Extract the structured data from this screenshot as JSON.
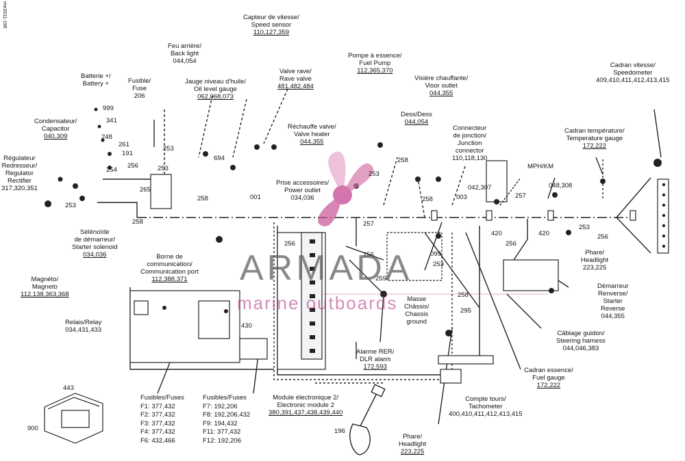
{
  "doc_id": "rmr2011-196",
  "watermark": {
    "name": "ARMADA",
    "tagline": "marine outboards",
    "color": "#c23b8a"
  },
  "labels": [
    {
      "key": "speed_sensor",
      "lines": [
        "Capteur de vitesse/",
        "Speed sensor"
      ],
      "refs": "110,127,359"
    },
    {
      "key": "tail_light",
      "lines": [
        "Feu arrière/",
        "Back light"
      ],
      "refs": "044,054"
    },
    {
      "key": "battery",
      "lines": [
        "Batterie +/",
        "Battery +"
      ],
      "refs": ""
    },
    {
      "key": "fuse",
      "lines": [
        "Fusible/",
        "Fuse"
      ],
      "refs": "206"
    },
    {
      "key": "oil_gauge",
      "lines": [
        "Jauge niveau d'huile/",
        "Oil level gauge"
      ],
      "refs": "062,068,073"
    },
    {
      "key": "rave_valve",
      "lines": [
        "Valve rave/",
        "Rave valve"
      ],
      "refs": "481,482,484"
    },
    {
      "key": "fuel_pump",
      "lines": [
        "Pompe à essence/",
        "Fuel Pump"
      ],
      "refs": "112,365,370"
    },
    {
      "key": "visor_outlet",
      "lines": [
        "Visière chauffante/",
        "Visor outlet"
      ],
      "refs": "044,355"
    },
    {
      "key": "speedometer",
      "lines": [
        "Cadran vitesse/",
        "Speedometer"
      ],
      "refs": "409,410,411,412,413,415"
    },
    {
      "key": "capacitor",
      "lines": [
        "Condensateur/",
        "Capacitor"
      ],
      "refs": "040,309"
    },
    {
      "key": "valve_heater",
      "lines": [
        "Réchauffe valve/",
        "Valve heater"
      ],
      "refs": "044,355"
    },
    {
      "key": "dess",
      "lines": [
        "Dess/Dess"
      ],
      "refs": "044,054"
    },
    {
      "key": "junction",
      "lines": [
        "Connecteur",
        "de jonction/",
        "Junction",
        "connector"
      ],
      "refs": "110,118,130"
    },
    {
      "key": "temp_gauge",
      "lines": [
        "Cadran température/",
        "Temperature gauge"
      ],
      "refs": "172,222"
    },
    {
      "key": "regulator",
      "lines": [
        "Régulateur",
        "Redresseur/",
        "Regulator",
        "Rectifier"
      ],
      "refs": "317,320,351"
    },
    {
      "key": "power_outlet",
      "lines": [
        "Prise accessoires/",
        "Power outlet"
      ],
      "refs": "034,036"
    },
    {
      "key": "solenoid",
      "lines": [
        "Sélénoïde",
        "de démarreur/",
        "Starter solenoid"
      ],
      "refs": "034,036"
    },
    {
      "key": "comm_port",
      "lines": [
        "Borne de",
        "communication/",
        "Communication port"
      ],
      "refs": "112,388,371"
    },
    {
      "key": "magneto",
      "lines": [
        "Magnéto/",
        "Magneto"
      ],
      "refs": "112,138,363,368"
    },
    {
      "key": "relay",
      "lines": [
        "Relais/Relay"
      ],
      "refs": "034,431,433"
    },
    {
      "key": "headlight_r",
      "lines": [
        "Phare/",
        "Headlight"
      ],
      "refs": "223,225"
    },
    {
      "key": "starter_rev",
      "lines": [
        "Démarreur",
        "Renverse/",
        "Starter",
        "Reverse"
      ],
      "refs": "044,355"
    },
    {
      "key": "ground",
      "lines": [
        "Masse",
        "Châssis/",
        "Chassis",
        "ground"
      ],
      "refs": ""
    },
    {
      "key": "steering",
      "lines": [
        "Câblage guidon/",
        "Steering harness"
      ],
      "refs": "044,046,383"
    },
    {
      "key": "rer_alarm",
      "lines": [
        "Alarme RER/",
        "DLR alarm"
      ],
      "refs": "172,593"
    },
    {
      "key": "fuel_gauge",
      "lines": [
        "Cadran essence/",
        "Fuel gauge"
      ],
      "refs": "172,222"
    },
    {
      "key": "tachometer",
      "lines": [
        "Compte tours/",
        "Tachometer"
      ],
      "refs": "400,410,411,412,413,415"
    },
    {
      "key": "emod",
      "lines": [
        "Module électronique 2/",
        "Electronic module 2"
      ],
      "refs": "380,391,437,438,439,440"
    },
    {
      "key": "headlight_b",
      "lines": [
        "Phare/",
        "Headlight"
      ],
      "refs": "223,225"
    },
    {
      "key": "mph",
      "lines": [
        "MPH/KM"
      ],
      "refs": ""
    }
  ],
  "fuses_left": {
    "title": "Fusibles/Fuses",
    "rows": [
      "F1: 377,432",
      "F2: 377,432",
      "F3: 377,432",
      "F4: 377,432",
      "F6: 432,466"
    ]
  },
  "fuses_right": {
    "title": "Fusibles/Fuses",
    "rows": [
      "F7: 192,206",
      "F8: 192,206,432",
      "F9: 194,432",
      "F11: 377,432",
      "F12: 192,206"
    ]
  },
  "callouts": {
    "c999": "999",
    "c341": "341",
    "c248": "248",
    "c261": "261",
    "c191": "191",
    "c254": "254",
    "c256a": "256",
    "c253a": "253",
    "c253b": "253",
    "c253c": "253",
    "c694": "694",
    "c258a": "258",
    "c258b": "258",
    "c253d": "253",
    "c001": "001",
    "c256b": "256",
    "c258c": "258",
    "c253e": "253",
    "c258d": "258",
    "c003": "003",
    "c042": "042,307",
    "c420a": "420",
    "c257a": "257",
    "c420b": "420",
    "c048": "048,308",
    "c253f": "253",
    "c256c": "256",
    "c256d": "256",
    "c257b": "257",
    "c256e": "256",
    "c253g": "253",
    "c099": "099",
    "c258e": "258",
    "c295": "295",
    "c430": "430",
    "c443": "443",
    "c900": "900",
    "c196": "196",
    "c265": "265",
    "c259": "259",
    "c258f": "258"
  }
}
